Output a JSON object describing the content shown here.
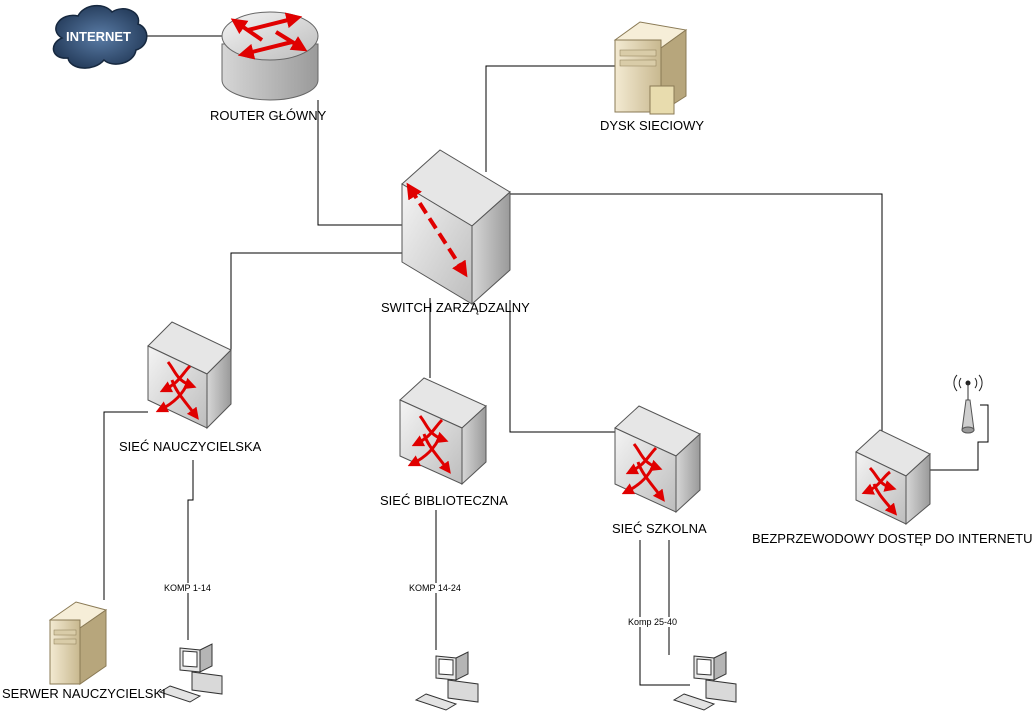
{
  "nodes": {
    "internet": "INTERNET",
    "router": "ROUTER GŁÓWNY",
    "nas": "DYSK SIECIOWY",
    "core_switch": "SWITCH ZARZĄDZALNY",
    "teacher_switch": "SIEĆ NAUCZYCIELSKA",
    "library_switch": "SIEĆ BIBLIOTECZNA",
    "school_switch": "SIEĆ SZKOLNA",
    "wireless": "BEZPRZEWODOWY DOSTĘP DO INTERNETU",
    "teacher_server": "SERWER NAUCZYCIELSKI"
  },
  "links": {
    "teacher_pcs": "KOMP 1-14",
    "library_pcs": "KOMP 14-24",
    "school_pcs": "Komp 25-40"
  },
  "colors": {
    "cloud": "#2f4a6b",
    "arrow": "#e00000",
    "device": "#d8d8d8",
    "server": "#e8dcc0"
  }
}
